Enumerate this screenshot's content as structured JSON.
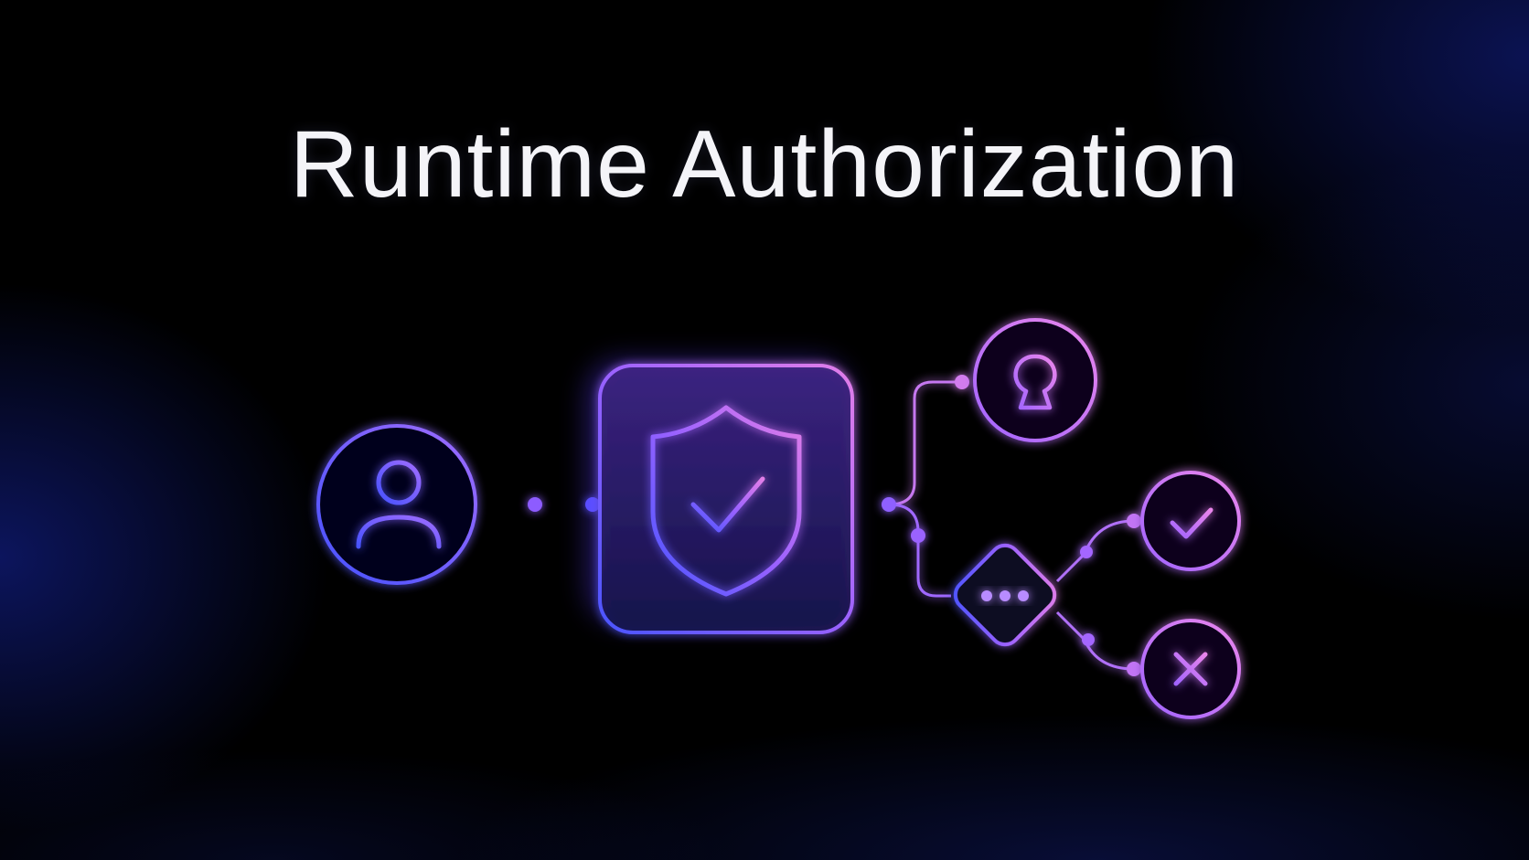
{
  "title": "Runtime Authorization",
  "diagram": {
    "nodes": [
      {
        "id": "user",
        "icon": "user-icon"
      },
      {
        "id": "policy-engine",
        "icon": "shield-check-icon"
      },
      {
        "id": "locked-resource",
        "icon": "keyhole-icon"
      },
      {
        "id": "pending-decision",
        "icon": "ellipsis-icon"
      },
      {
        "id": "allowed",
        "icon": "check-icon"
      },
      {
        "id": "denied",
        "icon": "x-icon"
      }
    ],
    "edges": [
      {
        "from": "user",
        "to": "policy-engine"
      },
      {
        "from": "policy-engine",
        "to": "locked-resource"
      },
      {
        "from": "policy-engine",
        "to": "pending-decision"
      },
      {
        "from": "pending-decision",
        "to": "allowed"
      },
      {
        "from": "pending-decision",
        "to": "denied"
      }
    ]
  },
  "colors": {
    "background": "#000000",
    "title": "#f4f4f8",
    "accent_blue": "#4f5dff",
    "accent_purple": "#b06bff",
    "accent_pink": "#e07ae6"
  }
}
